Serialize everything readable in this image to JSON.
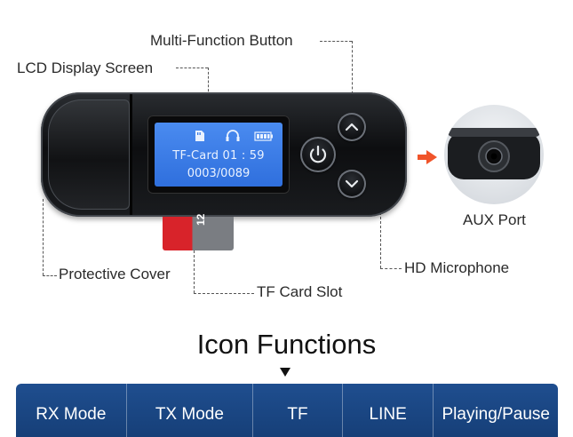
{
  "callouts": {
    "multi_function_button": "Multi-Function Button",
    "lcd_display_screen": "LCD Display Screen",
    "protective_cover": "Protective Cover",
    "tf_card_slot": "TF Card Slot",
    "hd_microphone": "HD Microphone",
    "aux_port": "AUX Port"
  },
  "lcd": {
    "line1": "TF-Card 01 : 59",
    "line2": "0003/0089",
    "icons": [
      "sd-card-icon",
      "headphones-icon",
      "battery-icon"
    ]
  },
  "sd_card": {
    "label": "12"
  },
  "section_title": "Icon Functions",
  "functions": [
    {
      "label": "RX Mode"
    },
    {
      "label": "TX Mode"
    },
    {
      "label": "TF"
    },
    {
      "label": "LINE"
    },
    {
      "label": "Playing/Pause"
    }
  ],
  "colors": {
    "lcd_blue": "#3a7be6",
    "sd_red": "#d8232a",
    "arrow_orange": "#f0542a",
    "bar_blue": "#1f4e8f"
  }
}
